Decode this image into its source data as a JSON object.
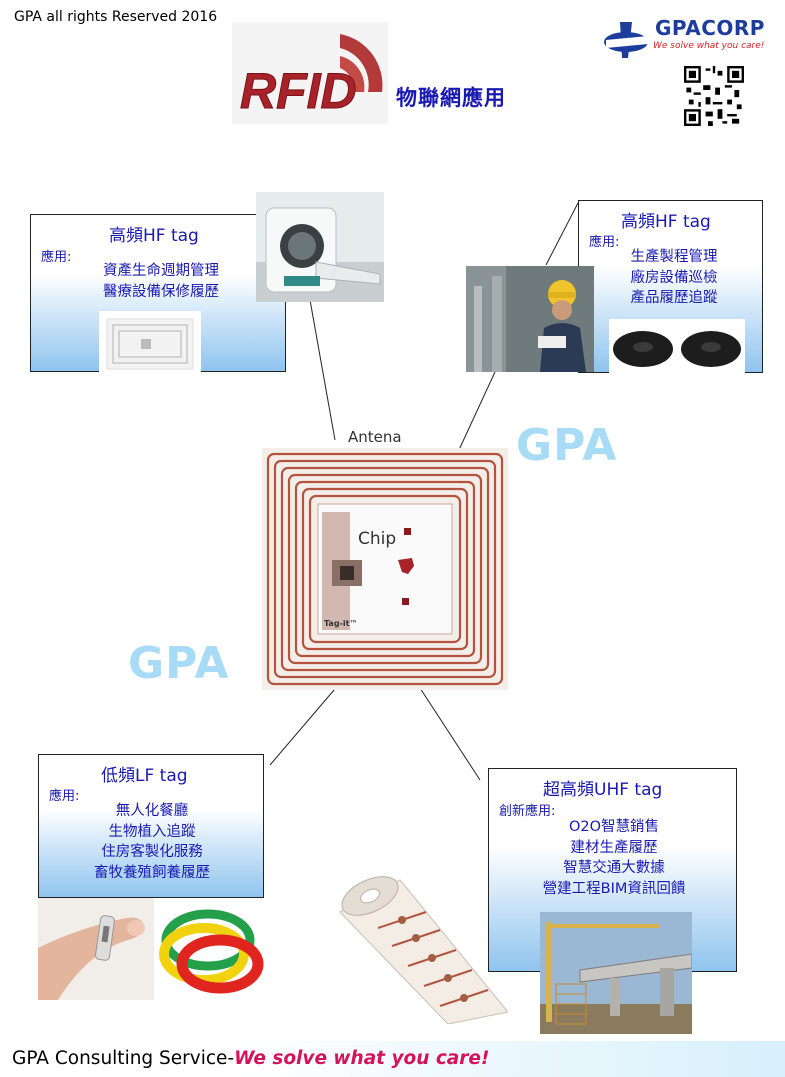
{
  "header": {
    "copyright": "GPA all rights Reserved 2016",
    "logo_text": "RFID",
    "title": "物聯網應用",
    "company_name": "GPACORP",
    "company_slogan": "We solve what you care!"
  },
  "diagram": {
    "antenna_label": "Antena",
    "chip_label": "Chip",
    "tag_brand": "Tag-it™",
    "watermarks": [
      "GPA",
      "GPA"
    ]
  },
  "boxes": {
    "hf_left": {
      "title": "高頻HF tag",
      "label": "應用:",
      "items": [
        "資產生命週期管理",
        "醫療設備保修履歷"
      ]
    },
    "hf_right": {
      "title": "高頻HF tag",
      "label": "應用:",
      "items": [
        "生產製程管理",
        "廠房設備巡檢",
        "產品履歷追蹤"
      ]
    },
    "lf": {
      "title": "低頻LF tag",
      "label": "應用:",
      "items": [
        "無人化餐廳",
        "生物植入追蹤",
        "住房客製化服務",
        "畜牧養殖飼養履歷"
      ]
    },
    "uhf": {
      "title": "超高頻UHF tag",
      "label": "創新應用:",
      "items": [
        "O2O智慧銷售",
        "建材生產履歷",
        "智慧交通大數據",
        "營建工程BIM資訊回饋"
      ]
    }
  },
  "footer": {
    "prefix": "GPA Consulting Service-",
    "slogan": "We solve what you care!"
  },
  "colors": {
    "title_blue": "#1a1ab0",
    "rfid_red": "#a8222a",
    "watermark": "#a8dcf6",
    "slogan_pink": "#d4145a",
    "coil_copper": "#b4533e"
  },
  "icons": [
    "qr-code-icon",
    "gpacorp-logo-icon",
    "ti-logo-icon"
  ]
}
